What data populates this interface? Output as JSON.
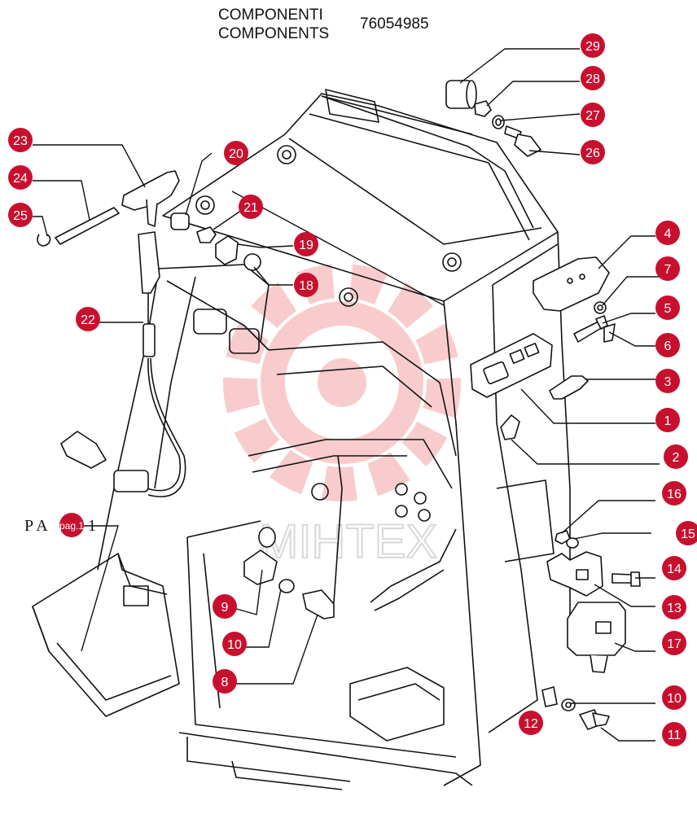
{
  "header": {
    "title_it": "COMPONENTI",
    "title_en": "COMPONENTS",
    "part_number": "76054985"
  },
  "reference": {
    "prefix": "P A",
    "link_label": "pag.1",
    "suffix": "1"
  },
  "watermark": {
    "text": "MIHTEX",
    "gear_color": "#f4a3a3"
  },
  "colors": {
    "badge": "#c8102e",
    "line": "#111111"
  },
  "callouts": [
    {
      "label": "29"
    },
    {
      "label": "28"
    },
    {
      "label": "27"
    },
    {
      "label": "26"
    },
    {
      "label": "4"
    },
    {
      "label": "7"
    },
    {
      "label": "5"
    },
    {
      "label": "6"
    },
    {
      "label": "3"
    },
    {
      "label": "1"
    },
    {
      "label": "2"
    },
    {
      "label": "16"
    },
    {
      "label": "15"
    },
    {
      "label": "14"
    },
    {
      "label": "13"
    },
    {
      "label": "17"
    },
    {
      "label": "10"
    },
    {
      "label": "11"
    },
    {
      "label": "12"
    },
    {
      "label": "23"
    },
    {
      "label": "24"
    },
    {
      "label": "25"
    },
    {
      "label": "20"
    },
    {
      "label": "21"
    },
    {
      "label": "19"
    },
    {
      "label": "18"
    },
    {
      "label": "22"
    },
    {
      "label": "9"
    },
    {
      "label": "10"
    },
    {
      "label": "8"
    }
  ]
}
